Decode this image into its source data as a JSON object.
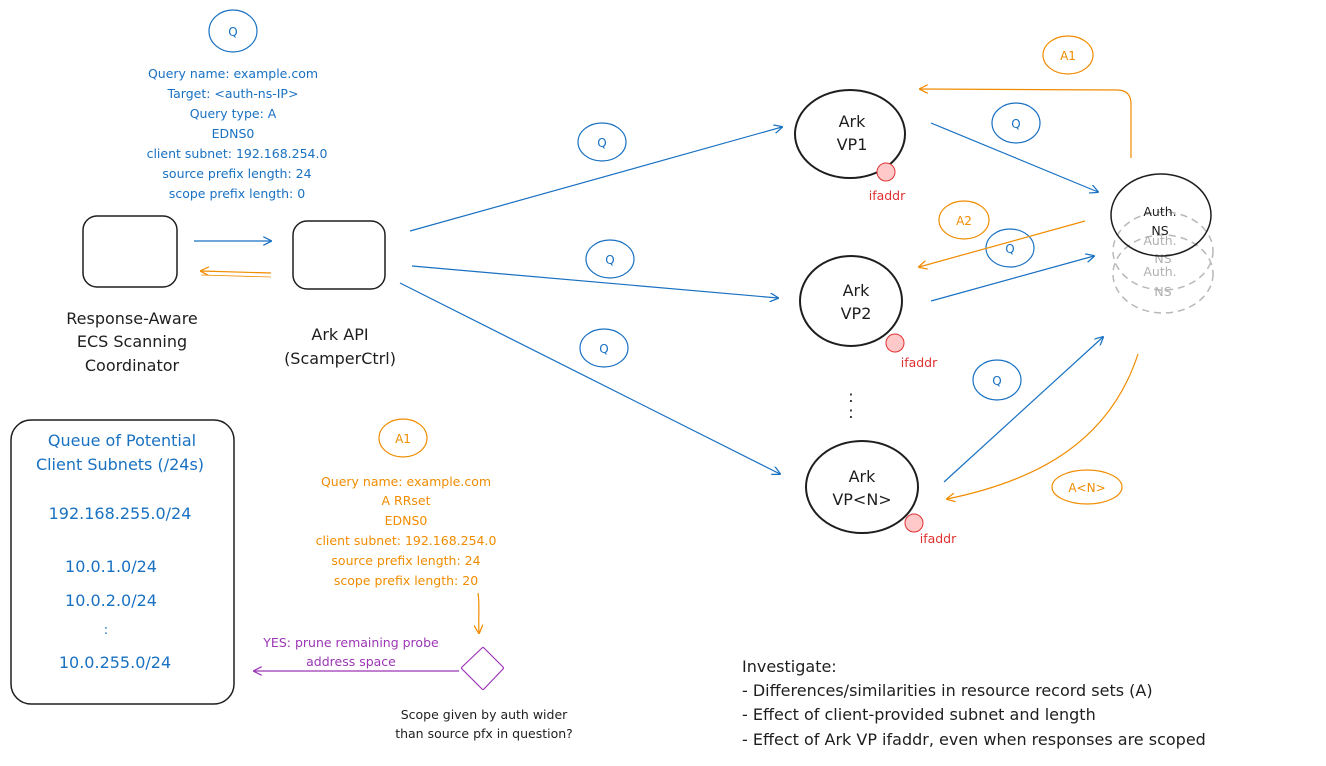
{
  "colors": {
    "query": "#1971c2",
    "answer": "#f08c00",
    "prune": "#9c36b5",
    "ifaddr": "#e03131",
    "ink": "#1e1e1e"
  },
  "labels": {
    "q": "Q",
    "a1": "A1",
    "a2": "A2",
    "an": "A<N>"
  },
  "query": {
    "lines": [
      "Query name: example.com",
      "Target: <auth-ns-IP>",
      "Query type: A",
      "EDNS0",
      "client subnet: 192.168.254.0",
      "source prefix length: 24",
      "scope prefix length: 0"
    ]
  },
  "response": {
    "lines": [
      "Query name: example.com",
      "A RRset",
      "EDNS0",
      "client subnet: 192.168.254.0",
      "source prefix length: 24",
      "scope prefix length: 20"
    ]
  },
  "coordinator": {
    "lines": [
      "Response-Aware",
      "ECS Scanning",
      "Coordinator"
    ]
  },
  "ark_api": {
    "lines": [
      "Ark API",
      "(ScamperCtrl)"
    ]
  },
  "queue": {
    "title_lines": [
      "Queue of Potential",
      "Client Subnets (/24s)"
    ],
    "items": [
      "192.168.255.0/24",
      "10.0.1.0/24",
      "10.0.2.0/24",
      ":",
      "10.0.255.0/24"
    ]
  },
  "vps": [
    {
      "line1": "Ark",
      "line2": "VP1",
      "ifaddr": "ifaddr"
    },
    {
      "line1": "Ark",
      "line2": "VP2",
      "ifaddr": "ifaddr"
    },
    {
      "line1": "Ark",
      "line2": "VP<N>",
      "ifaddr": "ifaddr"
    }
  ],
  "vp_ellipsis": ":",
  "auth_ns": {
    "line1": "Auth.",
    "line2": "NS"
  },
  "decision": {
    "yes_lines": [
      "YES: prune remaining probe",
      "address space"
    ],
    "question_lines": [
      "Scope given by auth wider",
      "than source pfx in question?"
    ]
  },
  "investigate": {
    "title": "Investigate:",
    "items": [
      "- Differences/similarities in resource record sets (A)",
      "- Effect of client-provided subnet and length",
      "- Effect of Ark VP ifaddr, even when responses are scoped"
    ]
  }
}
